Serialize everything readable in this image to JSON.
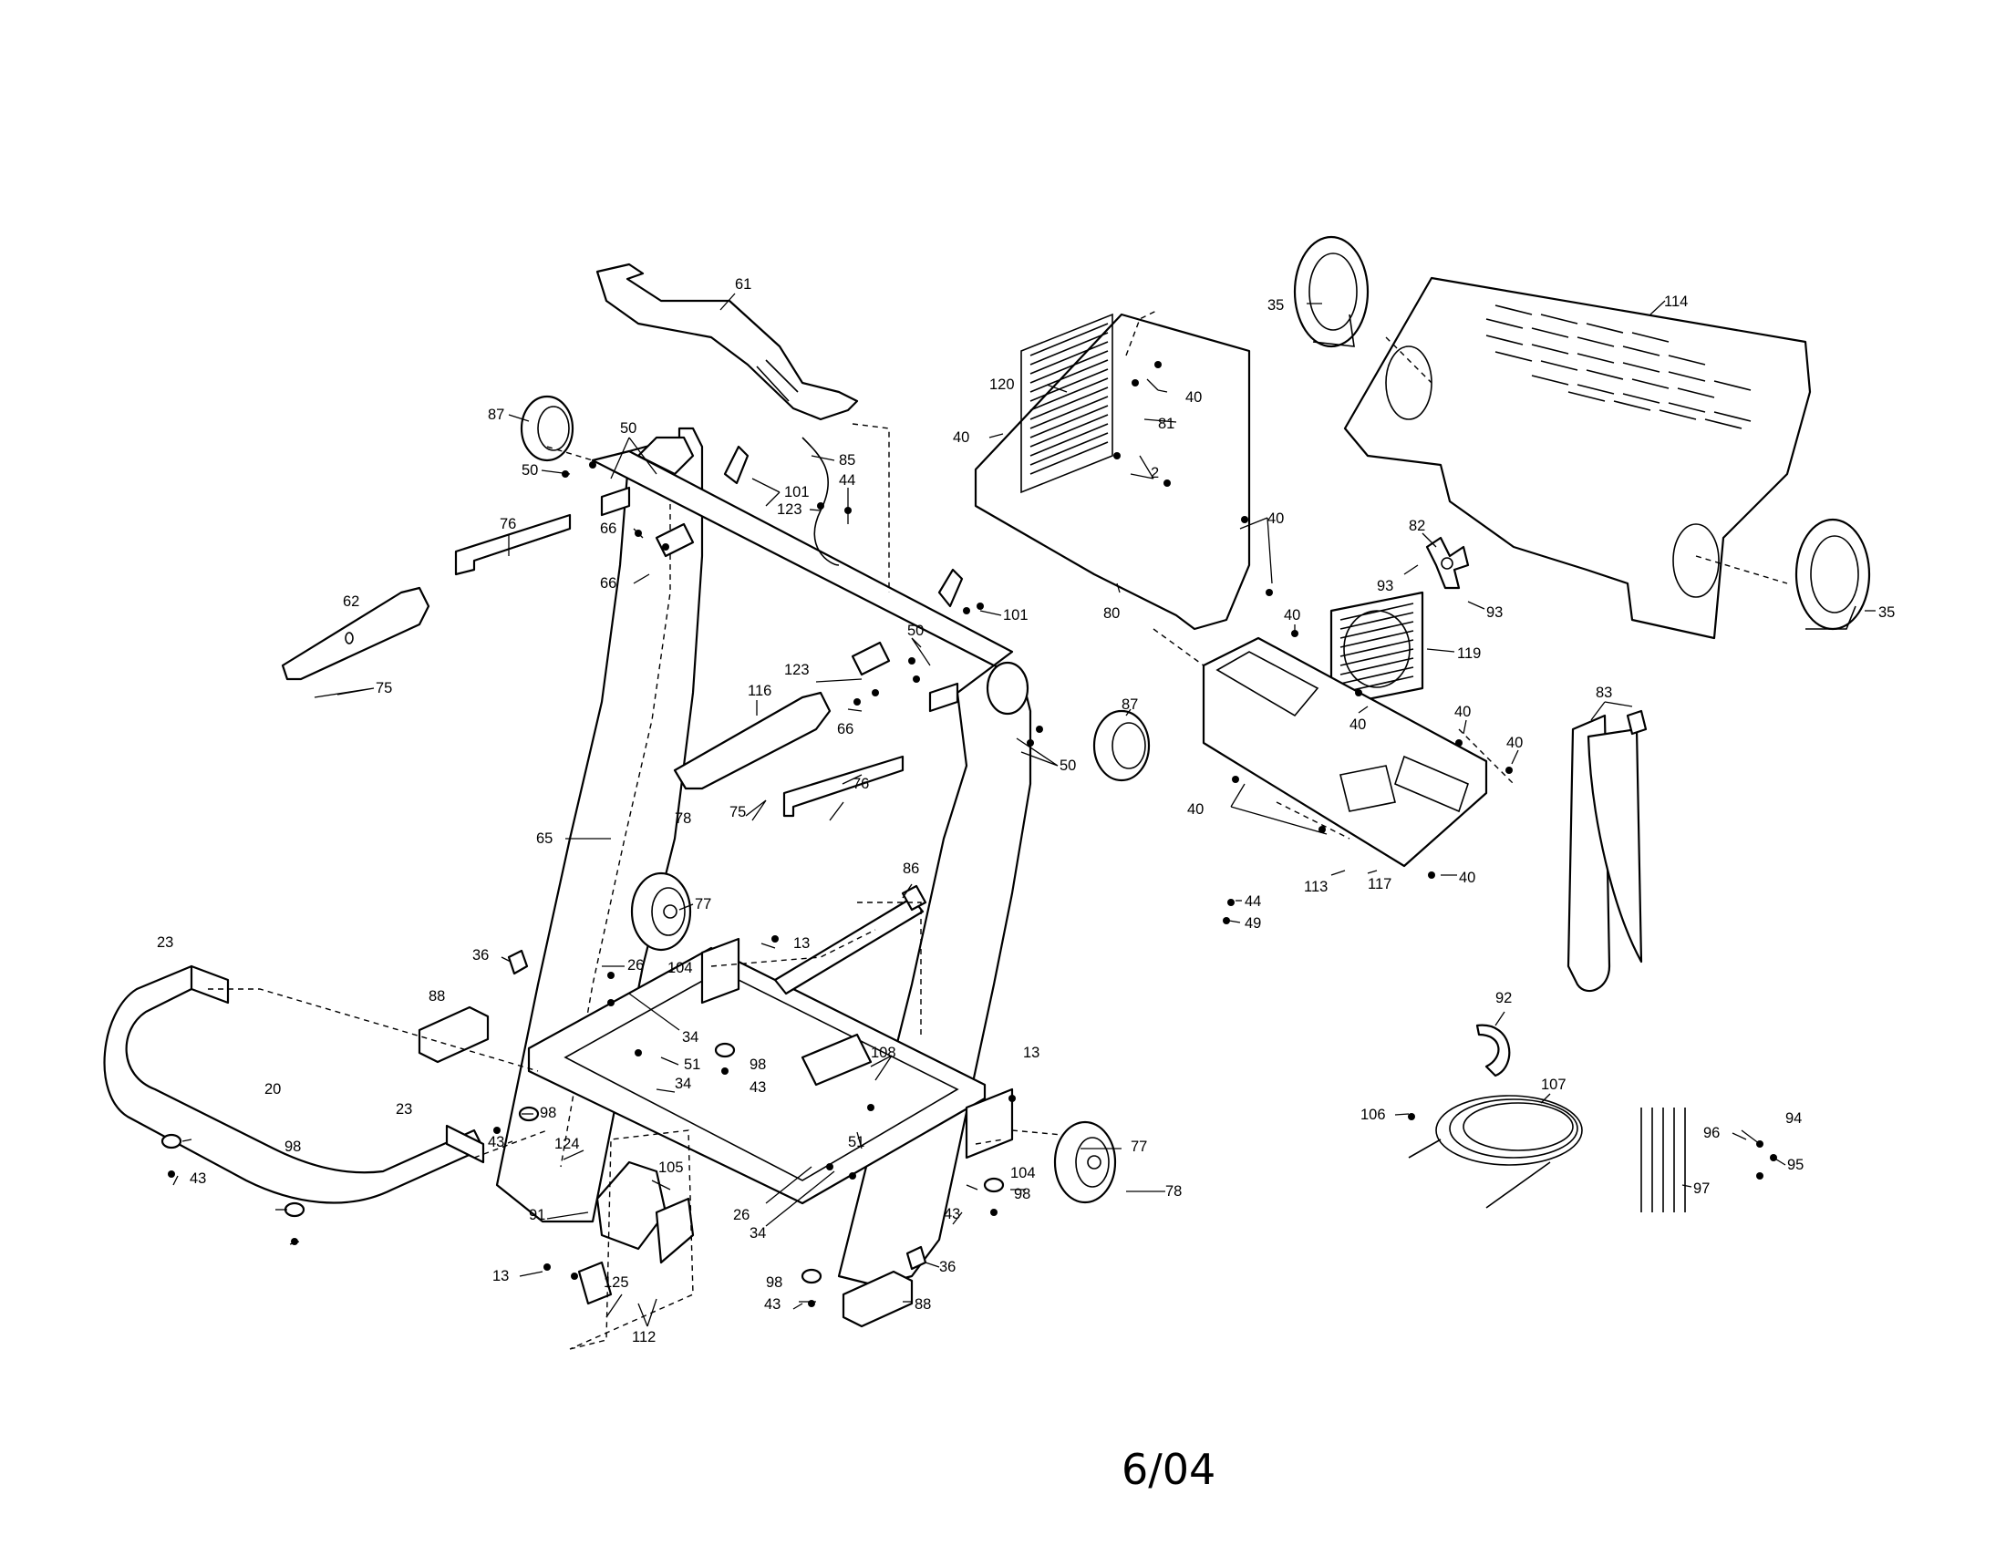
{
  "page_footer": "6/04",
  "labels": [
    "61",
    "87",
    "50",
    "50",
    "85",
    "44",
    "101",
    "123",
    "66",
    "66",
    "76",
    "62",
    "75",
    "123",
    "116",
    "66",
    "75",
    "76",
    "50",
    "101",
    "87",
    "50",
    "65",
    "78",
    "77",
    "86",
    "23",
    "36",
    "26",
    "104",
    "13",
    "88",
    "34",
    "51",
    "34",
    "108",
    "13",
    "98",
    "43",
    "20",
    "23",
    "98",
    "43",
    "124",
    "105",
    "91",
    "26",
    "51",
    "34",
    "104",
    "77",
    "78",
    "98",
    "43",
    "36",
    "98",
    "43",
    "13",
    "125",
    "112",
    "88",
    "98",
    "43",
    "120",
    "40",
    "81",
    "2",
    "40",
    "40",
    "80",
    "114",
    "35",
    "35",
    "82",
    "93",
    "93",
    "40",
    "119",
    "40",
    "40",
    "40",
    "40",
    "113",
    "117",
    "40",
    "83",
    "44",
    "49",
    "92",
    "106",
    "107",
    "96",
    "94",
    "95",
    "97"
  ]
}
